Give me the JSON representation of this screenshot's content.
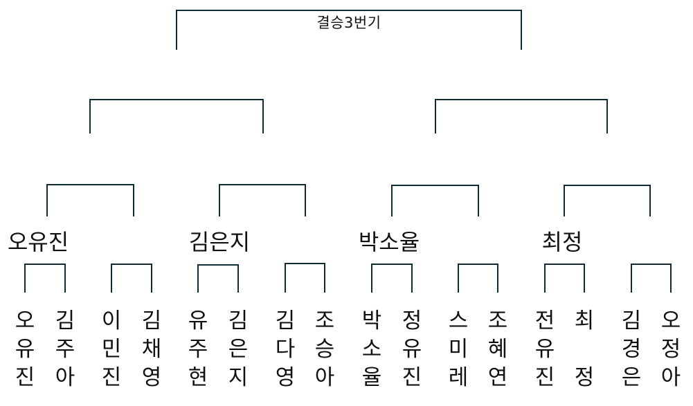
{
  "title": "결승3번기",
  "semi_winners": [
    {
      "id": "w1",
      "name": "오유진"
    },
    {
      "id": "w2",
      "name": "김은지"
    },
    {
      "id": "w3",
      "name": "박소율"
    },
    {
      "id": "w4",
      "name": "최정"
    }
  ],
  "players": [
    {
      "name": "오유진",
      "chars": "오\n유\n진"
    },
    {
      "name": "김주아",
      "chars": "김\n주\n아"
    },
    {
      "name": "이민진",
      "chars": "이\n민\n진"
    },
    {
      "name": "김채영",
      "chars": "김\n채\n영"
    },
    {
      "name": "유주현",
      "chars": "유\n주\n현"
    },
    {
      "name": "김은지",
      "chars": "김\n은\n지"
    },
    {
      "name": "김다영",
      "chars": "김\n다\n영"
    },
    {
      "name": "조승아",
      "chars": "조\n승\n아"
    },
    {
      "name": "박소율",
      "chars": "박\n소\n율"
    },
    {
      "name": "정유진",
      "chars": "정\n유\n진"
    },
    {
      "name": "스미레",
      "chars": "스\n미\n레"
    },
    {
      "name": "조혜연",
      "chars": "조\n혜\n연"
    },
    {
      "name": "전유진",
      "chars": "전\n유\n진"
    },
    {
      "name": "최정",
      "chars": "최\n \n정"
    },
    {
      "name": "김경은",
      "chars": "김\n경\n은"
    },
    {
      "name": "오정아",
      "chars": "오\n정\n아"
    }
  ],
  "line_color": "#0f2a33"
}
